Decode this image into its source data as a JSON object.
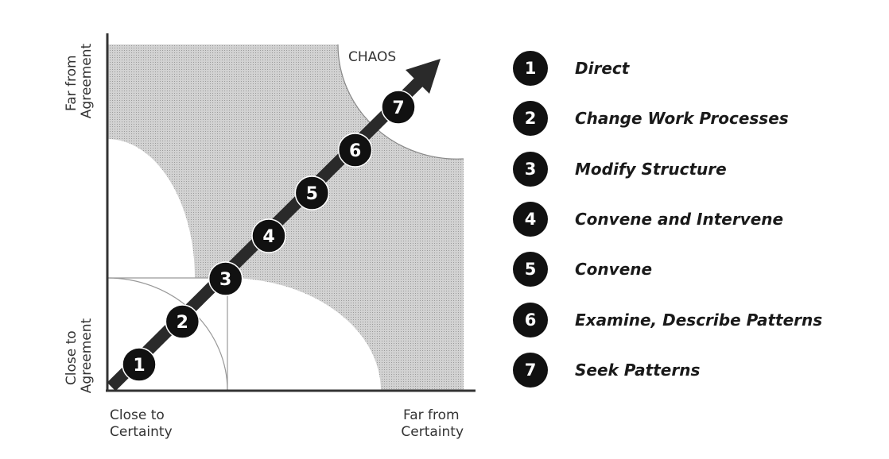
{
  "axes": {
    "y_top": "Far from Agreement",
    "y_top_lines": [
      "Far from",
      "Agreement"
    ],
    "y_bottom": "Close to Agreement",
    "y_bottom_lines": [
      "Close to",
      "Agreement"
    ],
    "x_left": "Close to Certainty",
    "x_left_lines": [
      "Close to",
      "Certainty"
    ],
    "x_right": "Far from Certainty",
    "x_right_lines": [
      "Far from",
      "Certainty"
    ]
  },
  "zone_label": "CHAOS",
  "steps": [
    {
      "num": "1",
      "label": "Direct"
    },
    {
      "num": "2",
      "label": "Change Work Processes"
    },
    {
      "num": "3",
      "label": "Modify Structure"
    },
    {
      "num": "4",
      "label": "Convene and Intervene"
    },
    {
      "num": "5",
      "label": "Convene"
    },
    {
      "num": "6",
      "label": "Examine, Describe Patterns"
    },
    {
      "num": "7",
      "label": "Seek Patterns"
    }
  ],
  "colors": {
    "shaded_zone": "#c9c9c9",
    "arrow": "#2a2a2a",
    "badge": "#111111"
  }
}
